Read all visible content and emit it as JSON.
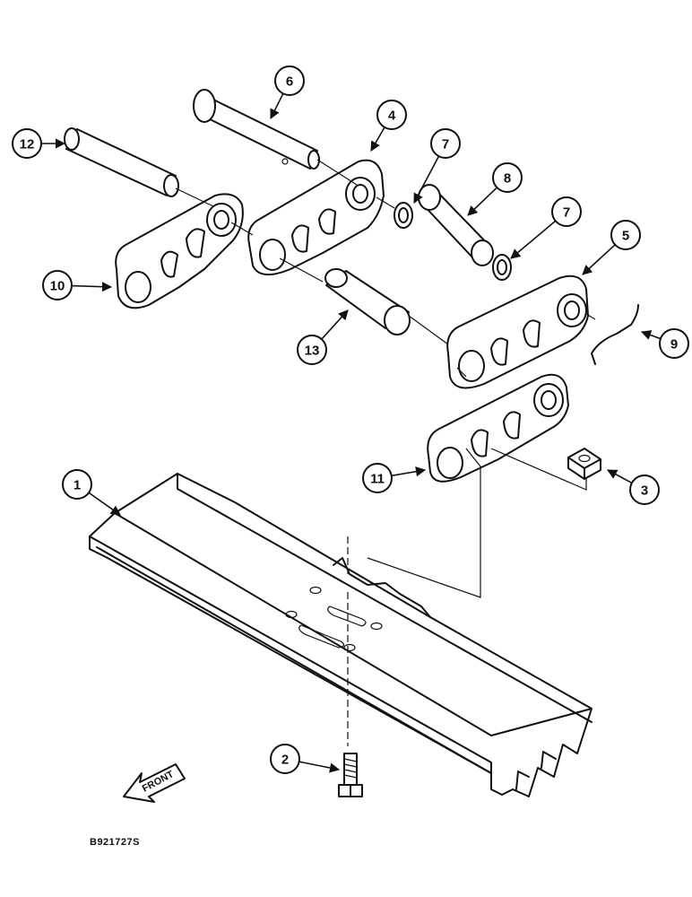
{
  "figure": {
    "drawing_code": "B921727S",
    "front_label": "FRONT"
  },
  "callouts": [
    {
      "number": "1"
    },
    {
      "number": "2"
    },
    {
      "number": "3"
    },
    {
      "number": "4"
    },
    {
      "number": "5"
    },
    {
      "number": "6"
    },
    {
      "number": "7"
    },
    {
      "number": "7"
    },
    {
      "number": "8"
    },
    {
      "number": "9"
    },
    {
      "number": "10"
    },
    {
      "number": "11"
    },
    {
      "number": "12"
    },
    {
      "number": "13"
    }
  ]
}
